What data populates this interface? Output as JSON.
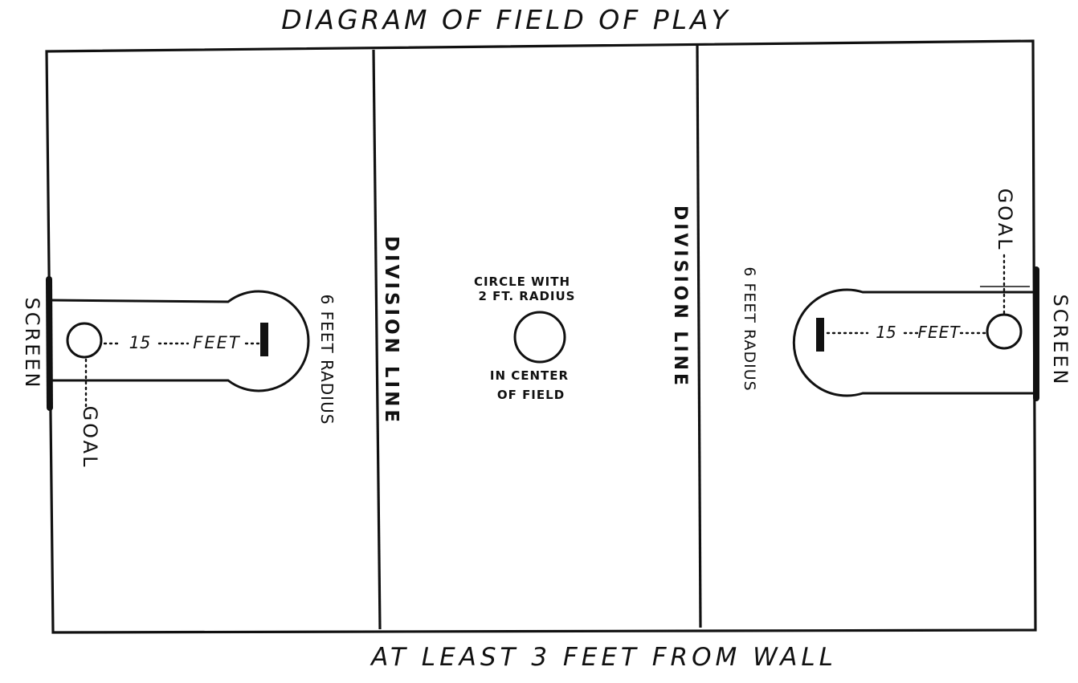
{
  "title": "DIAGRAM OF FIELD OF PLAY",
  "footer": "AT LEAST 3 FEET FROM WALL",
  "center": {
    "label_line1": "CIRCLE WITH",
    "label_line2": "2 FT. RADIUS",
    "label_line3": "IN CENTER",
    "label_line4": "OF FIELD"
  },
  "division_left": "DIVISION LINE",
  "division_right": "DIVISION LINE",
  "left_end": {
    "screen": "SCREEN",
    "goal": "GOAL",
    "distance_num": "15",
    "distance_unit": "FEET",
    "radius": "6 FEET RADIUS"
  },
  "right_end": {
    "screen": "SCREEN",
    "goal": "GOAL",
    "distance_num": "15",
    "distance_unit": "FEET",
    "radius": "6 FEET RADIUS"
  }
}
